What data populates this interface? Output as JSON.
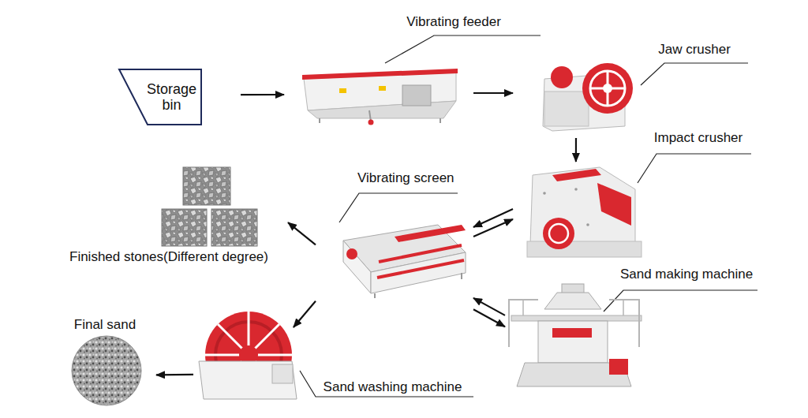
{
  "diagram": {
    "nodes": [
      {
        "text": [
          "Storage bin"
        ]
      },
      {
        "text": [
          "Vibrating feeder"
        ]
      },
      {
        "text": [
          "Jaw crusher"
        ]
      },
      {
        "text": [
          "Impact crusher"
        ]
      },
      {
        "text": [
          "Vibrating screen"
        ]
      },
      {
        "text": [
          "Finished stones(Different degree)"
        ]
      },
      {
        "text": [
          "Sand making machine"
        ]
      },
      {
        "text": [
          "Final sand"
        ]
      },
      {
        "text": [
          "Sand washing machine"
        ]
      }
    ],
    "edges": [
      {
        "from": 0,
        "to": 1,
        "arrow": "to"
      },
      {
        "from": 1,
        "to": 2,
        "arrow": "to"
      },
      {
        "from": 2,
        "to": 3,
        "arrow": "to"
      },
      {
        "from": 3,
        "to": 4,
        "arrow": "to"
      },
      {
        "from": 4,
        "to": 3,
        "arrow": "to"
      },
      {
        "from": 4,
        "to": 5,
        "arrow": "to"
      },
      {
        "from": 4,
        "to": 6,
        "arrow": "to"
      },
      {
        "from": 6,
        "to": 4,
        "arrow": "to"
      },
      {
        "from": 4,
        "to": 8,
        "arrow": "to"
      },
      {
        "from": 8,
        "to": 7,
        "arrow": "to"
      }
    ]
  }
}
